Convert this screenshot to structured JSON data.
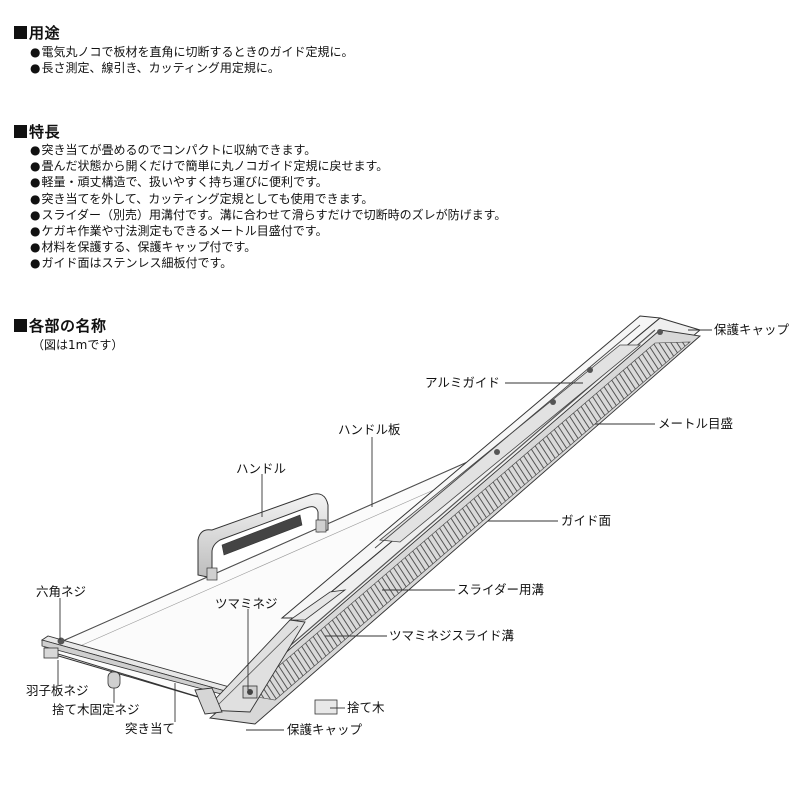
{
  "usage": {
    "title": "用途",
    "items": [
      "電気丸ノコで板材を直角に切断するときのガイド定規に。",
      "長さ測定、線引き、カッティング用定規に。"
    ]
  },
  "features": {
    "title": "特長",
    "items": [
      "突き当てが畳めるのでコンパクトに収納できます。",
      "畳んだ状態から開くだけで簡単に丸ノコガイド定規に戻せます。",
      "軽量・頑丈構造で、扱いやすく持ち運びに便利です。",
      "突き当てを外して、カッティング定規としても使用できます。",
      "スライダー（別売）用溝付です。溝に合わせて滑らすだけで切断時のズレが防げます。",
      "ケガキ作業や寸法測定もできるメートル目盛付です。",
      "材料を保護する、保護キャップ付です。",
      "ガイド面はステンレス細板付です。"
    ]
  },
  "parts": {
    "title": "各部の名称",
    "note": "（図は1mです）",
    "labels": {
      "cap_top": "保護キャップ",
      "alumi_guide": "アルミガイド",
      "handle_plate": "ハンドル板",
      "meter_scale": "メートル目盛",
      "handle": "ハンドル",
      "guide_face": "ガイド面",
      "slider_groove": "スライダー用溝",
      "hex_screw": "六角ネジ",
      "knob_screw": "ツマミネジ",
      "knob_slide_groove": "ツマミネジスライド溝",
      "wing_screw": "羽子板ネジ",
      "sacrificial_wood": "捨て木",
      "sacrificial_screw": "捨て木固定ネジ",
      "stopper": "突き当て",
      "cap_bottom": "保護キャップ"
    }
  }
}
